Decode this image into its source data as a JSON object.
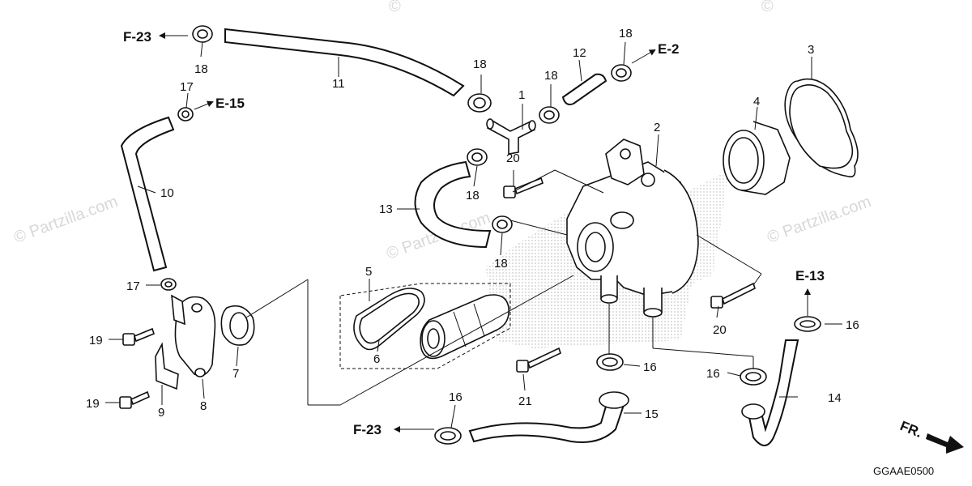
{
  "watermark": {
    "text": "© Partzilla.com",
    "copyright_mark": "©"
  },
  "diagram_code": "GGAAE0500",
  "front_arrow_label": "FR.",
  "refs": {
    "f23_top": "F-23",
    "e2": "E-2",
    "e15": "E-15",
    "e13": "E-13",
    "f23_bottom": "F-23"
  },
  "callouts": {
    "c1": "1",
    "c2": "2",
    "c3": "3",
    "c4": "4",
    "c5": "5",
    "c6": "6",
    "c7": "7",
    "c8": "8",
    "c9": "9",
    "c10": "10",
    "c11": "11",
    "c12": "12",
    "c13": "13",
    "c14": "14",
    "c15": "15",
    "c16a": "16",
    "c16b": "16",
    "c16c": "16",
    "c16d": "16",
    "c17a": "17",
    "c17b": "17",
    "c18a": "18",
    "c18b": "18",
    "c18c": "18",
    "c18d": "18",
    "c18e": "18",
    "c18f": "18",
    "c19a": "19",
    "c19b": "19",
    "c20a": "20",
    "c20b": "20",
    "c21": "21"
  }
}
